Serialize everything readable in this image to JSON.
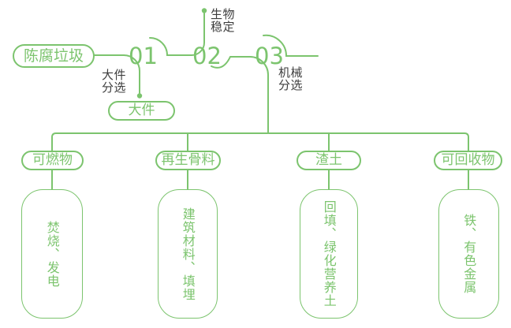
{
  "colors": {
    "green": "#7cc46e",
    "label_dark": "#3d3d3d",
    "background": "#ffffff"
  },
  "flow": {
    "source_label": "陈腐垃圾",
    "steps": [
      {
        "number": "01",
        "process_lines": [
          "大件",
          "分选"
        ],
        "output_label": "大件"
      },
      {
        "number": "02",
        "process_lines": [
          "生物",
          "稳定"
        ]
      },
      {
        "number": "03",
        "process_lines": [
          "机械",
          "分选"
        ]
      }
    ]
  },
  "branches": [
    {
      "category": "可燃物",
      "result": "焚烧、发电"
    },
    {
      "category": "再生骨料",
      "result": "建筑材料、填埋"
    },
    {
      "category": "渣土",
      "result": "回填、绿化营养土"
    },
    {
      "category": "可回收物",
      "result": "铁、有色金属"
    }
  ]
}
